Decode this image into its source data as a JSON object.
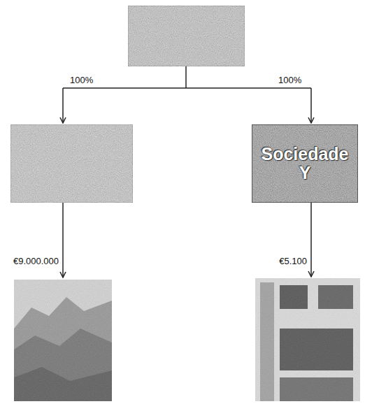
{
  "diagram": {
    "nodes": [
      {
        "text": [
          "Sociedade Y"
        ]
      }
    ],
    "labels": [
      "100%",
      "100%",
      "€9.000.000",
      "€5.100"
    ]
  }
}
